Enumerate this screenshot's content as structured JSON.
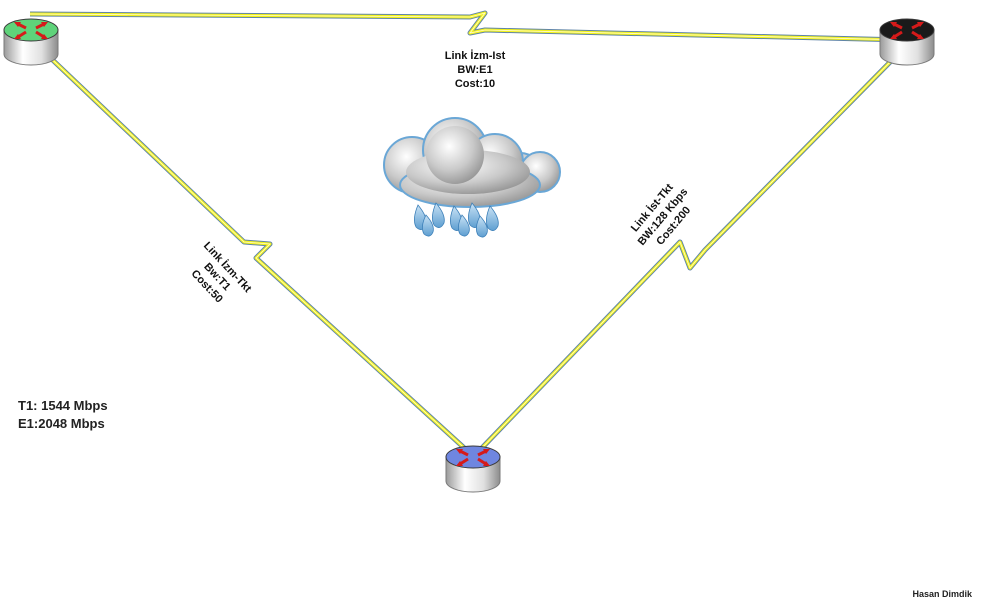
{
  "links": [
    {
      "id": "izm-ist",
      "lines": [
        "Link İzm-Ist",
        "BW:E1",
        "Cost:10"
      ]
    },
    {
      "id": "izm-tkt",
      "lines": [
        "Link İzm-Tkt",
        "Bw:T1",
        "Cost:50"
      ]
    },
    {
      "id": "ist-tkt",
      "lines": [
        "Link İst-Tkt",
        "BW:128 Kbps",
        "Cost:200"
      ]
    }
  ],
  "routers": [
    {
      "id": "izmir",
      "color": "#5fd37a"
    },
    {
      "id": "istanbul",
      "color": "#1a1a1a"
    },
    {
      "id": "tekirdag",
      "color": "#6f86e0"
    }
  ],
  "legend": [
    "T1: 1544 Mbps",
    "E1:2048 Mbps"
  ],
  "author": "Hasan Dimdik",
  "colors": {
    "link": "#f2f21c",
    "link_edge": "#6b8fb0",
    "arrow": "#d61a1a"
  },
  "icons": {
    "router": "router-icon",
    "cloud": "rain-cloud-icon"
  }
}
